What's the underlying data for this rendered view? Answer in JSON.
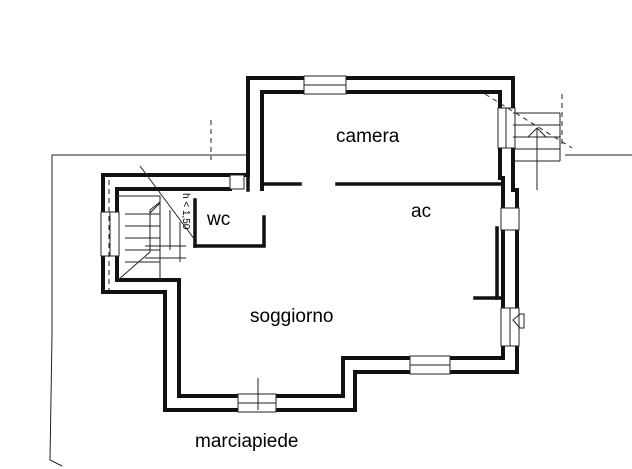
{
  "rooms": {
    "camera": "camera",
    "ac": "ac",
    "wc": "wc",
    "soggiorno": "soggiorno"
  },
  "street_label": "marciapiede",
  "height_note": "h < 1,50",
  "colors": {
    "wall": "#111111",
    "line": "#222222",
    "background": "#ffffff"
  }
}
